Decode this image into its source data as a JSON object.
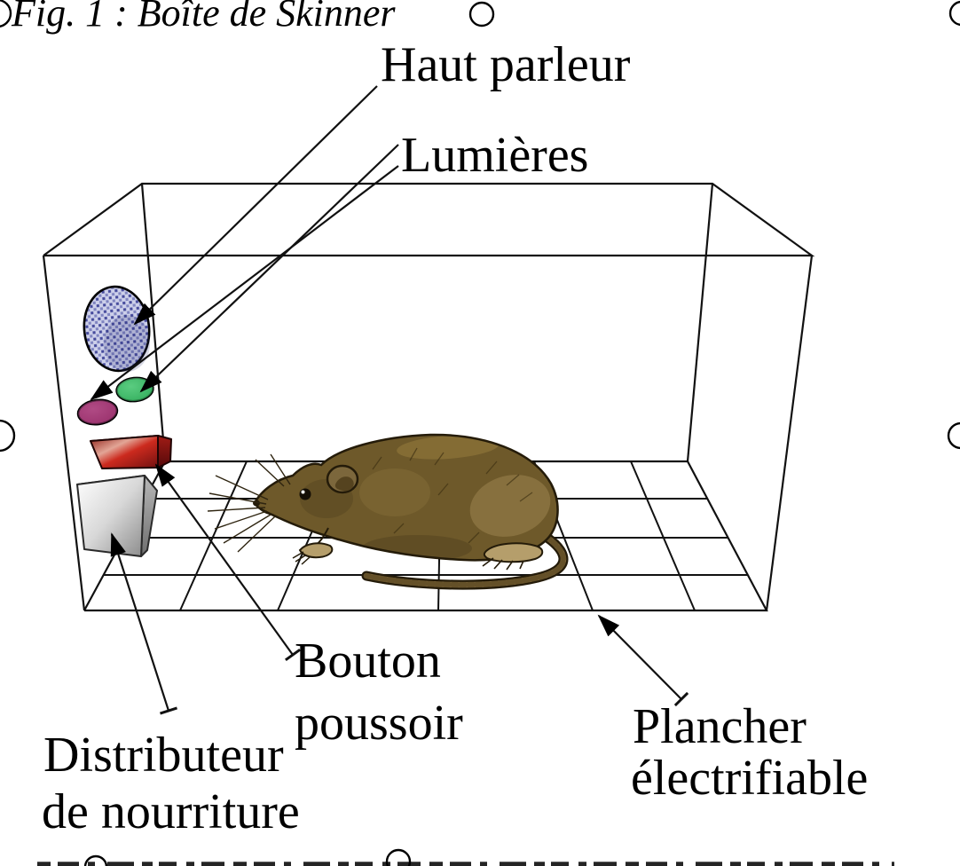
{
  "figure_title": "Fig. 1 : Boîte de Skinner",
  "labels": {
    "speaker": "Haut parleur",
    "lights": "Lumières",
    "push_button": {
      "line1": "Bouton",
      "line2": "poussoir"
    },
    "floor": {
      "line1": "Plancher",
      "line2": "électrifiable"
    },
    "food_dispenser": {
      "line1": "Distributeur",
      "line2": "de nourriture"
    }
  },
  "colors": {
    "outline": "#111111",
    "speaker_base": "#cdd0ea",
    "speaker_dot_dark": "#454a9c",
    "speaker_dot_light": "#7f84c0",
    "light_green": "#3cb968",
    "light_magenta": "#a23672",
    "button_red": "#c42020",
    "dispenser_gray": "#c9c9c9",
    "rat_brown": "#6e592a"
  }
}
